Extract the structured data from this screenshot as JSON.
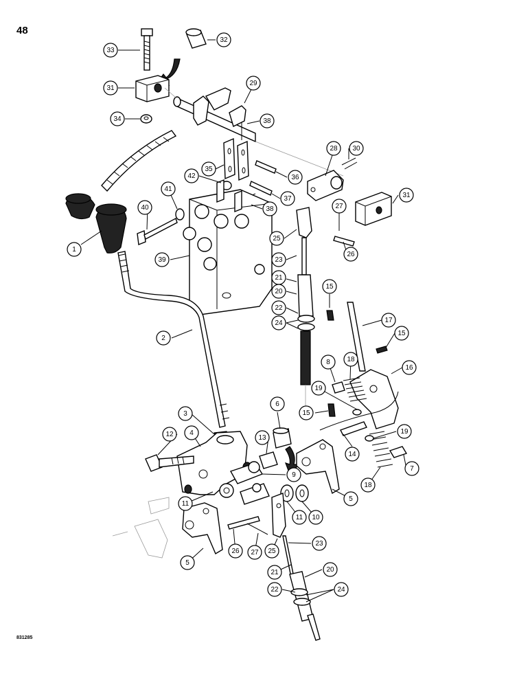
{
  "page_number": "48",
  "figure_code": "831285",
  "callouts": [
    {
      "id": "c33",
      "label": "33"
    },
    {
      "id": "c32",
      "label": "32"
    },
    {
      "id": "c31a",
      "label": "31"
    },
    {
      "id": "c29",
      "label": "29"
    },
    {
      "id": "c34",
      "label": "34"
    },
    {
      "id": "c38a",
      "label": "38"
    },
    {
      "id": "c30",
      "label": "30"
    },
    {
      "id": "c28",
      "label": "28"
    },
    {
      "id": "c35",
      "label": "35"
    },
    {
      "id": "c36",
      "label": "36"
    },
    {
      "id": "c42",
      "label": "42"
    },
    {
      "id": "c31b",
      "label": "31"
    },
    {
      "id": "c41",
      "label": "41"
    },
    {
      "id": "c37",
      "label": "37"
    },
    {
      "id": "c38b",
      "label": "38"
    },
    {
      "id": "c40",
      "label": "40"
    },
    {
      "id": "c27a",
      "label": "27"
    },
    {
      "id": "c25a",
      "label": "25"
    },
    {
      "id": "c1",
      "label": "1"
    },
    {
      "id": "c26a",
      "label": "26"
    },
    {
      "id": "c39",
      "label": "39"
    },
    {
      "id": "c23a",
      "label": "23"
    },
    {
      "id": "c21a",
      "label": "21"
    },
    {
      "id": "c20a",
      "label": "20"
    },
    {
      "id": "c15a",
      "label": "15"
    },
    {
      "id": "c22a",
      "label": "22"
    },
    {
      "id": "c24a",
      "label": "24"
    },
    {
      "id": "c17",
      "label": "17"
    },
    {
      "id": "c2",
      "label": "2"
    },
    {
      "id": "c15b",
      "label": "15"
    },
    {
      "id": "c16",
      "label": "16"
    },
    {
      "id": "c8",
      "label": "8"
    },
    {
      "id": "c18a",
      "label": "18"
    },
    {
      "id": "c19a",
      "label": "19"
    },
    {
      "id": "c6",
      "label": "6"
    },
    {
      "id": "c3",
      "label": "3"
    },
    {
      "id": "c15c",
      "label": "15"
    },
    {
      "id": "c12",
      "label": "12"
    },
    {
      "id": "c4",
      "label": "4"
    },
    {
      "id": "c13",
      "label": "13"
    },
    {
      "id": "c19b",
      "label": "19"
    },
    {
      "id": "c14",
      "label": "14"
    },
    {
      "id": "c7",
      "label": "7"
    },
    {
      "id": "c9",
      "label": "9"
    },
    {
      "id": "c5a",
      "label": "5"
    },
    {
      "id": "c18b",
      "label": "18"
    },
    {
      "id": "c11a",
      "label": "11"
    },
    {
      "id": "c11b",
      "label": "11"
    },
    {
      "id": "c10",
      "label": "10"
    },
    {
      "id": "c26b",
      "label": "26"
    },
    {
      "id": "c27b",
      "label": "27"
    },
    {
      "id": "c25b",
      "label": "25"
    },
    {
      "id": "c23b",
      "label": "23"
    },
    {
      "id": "c5b",
      "label": "5"
    },
    {
      "id": "c21b",
      "label": "21"
    },
    {
      "id": "c20b",
      "label": "20"
    },
    {
      "id": "c22b",
      "label": "22"
    },
    {
      "id": "c24b",
      "label": "24"
    }
  ]
}
